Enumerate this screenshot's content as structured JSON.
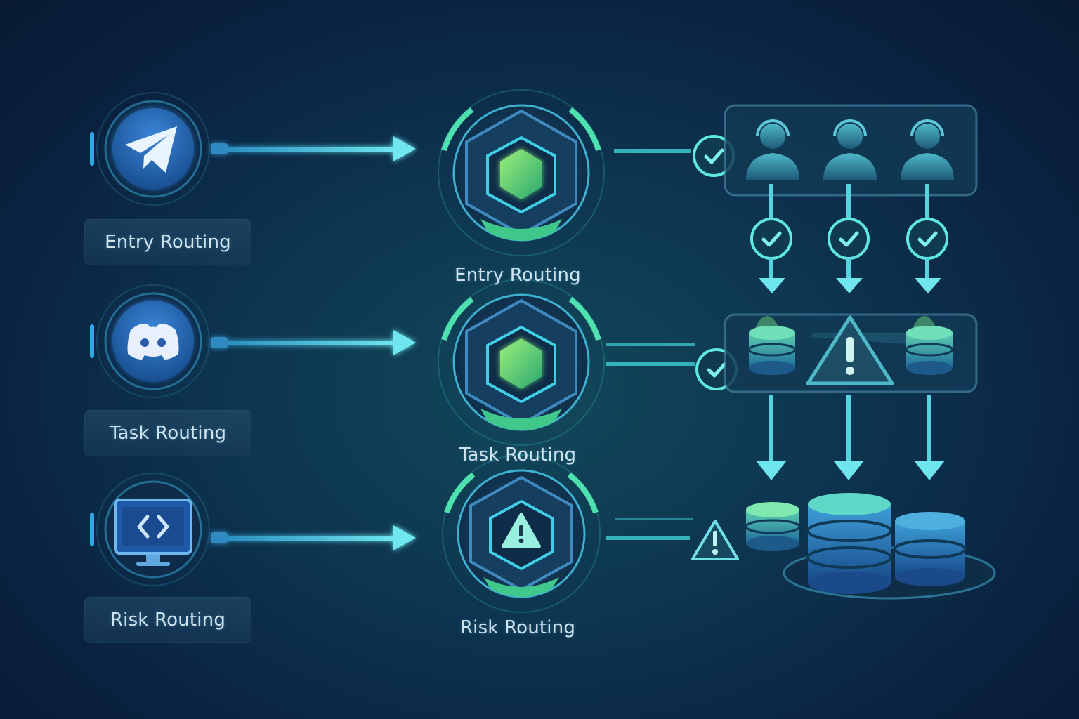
{
  "sources": [
    {
      "label": "Entry Routing",
      "icon": "telegram-icon"
    },
    {
      "label": "Task Routing",
      "icon": "discord-icon"
    },
    {
      "label": "Risk Routing",
      "icon": "code-monitor-icon"
    }
  ],
  "hubs": [
    {
      "label": "Entry Routing",
      "icon": "cube-hub-icon"
    },
    {
      "label": "Task Routing",
      "icon": "cube-hub-icon"
    },
    {
      "label": "Risk Routing",
      "icon": "warning-hub-icon"
    }
  ],
  "outputs": {
    "agents_panel": {
      "icon": "support-agent-icon",
      "count": 3,
      "status_icon": "check-circle-icon"
    },
    "storage_panel": {
      "icons": [
        "database-icon",
        "warning-icon",
        "database-icon"
      ],
      "status_icon": "check-circle-icon"
    },
    "risk_storage": {
      "icons": [
        "warning-icon",
        "database-icon"
      ]
    }
  },
  "colors": {
    "accent": "#3fe0e8",
    "accent_green": "#5fe08a",
    "arrow": "#57d3e0",
    "label_text": "#cfe3ee",
    "background": "#0b2a45"
  }
}
